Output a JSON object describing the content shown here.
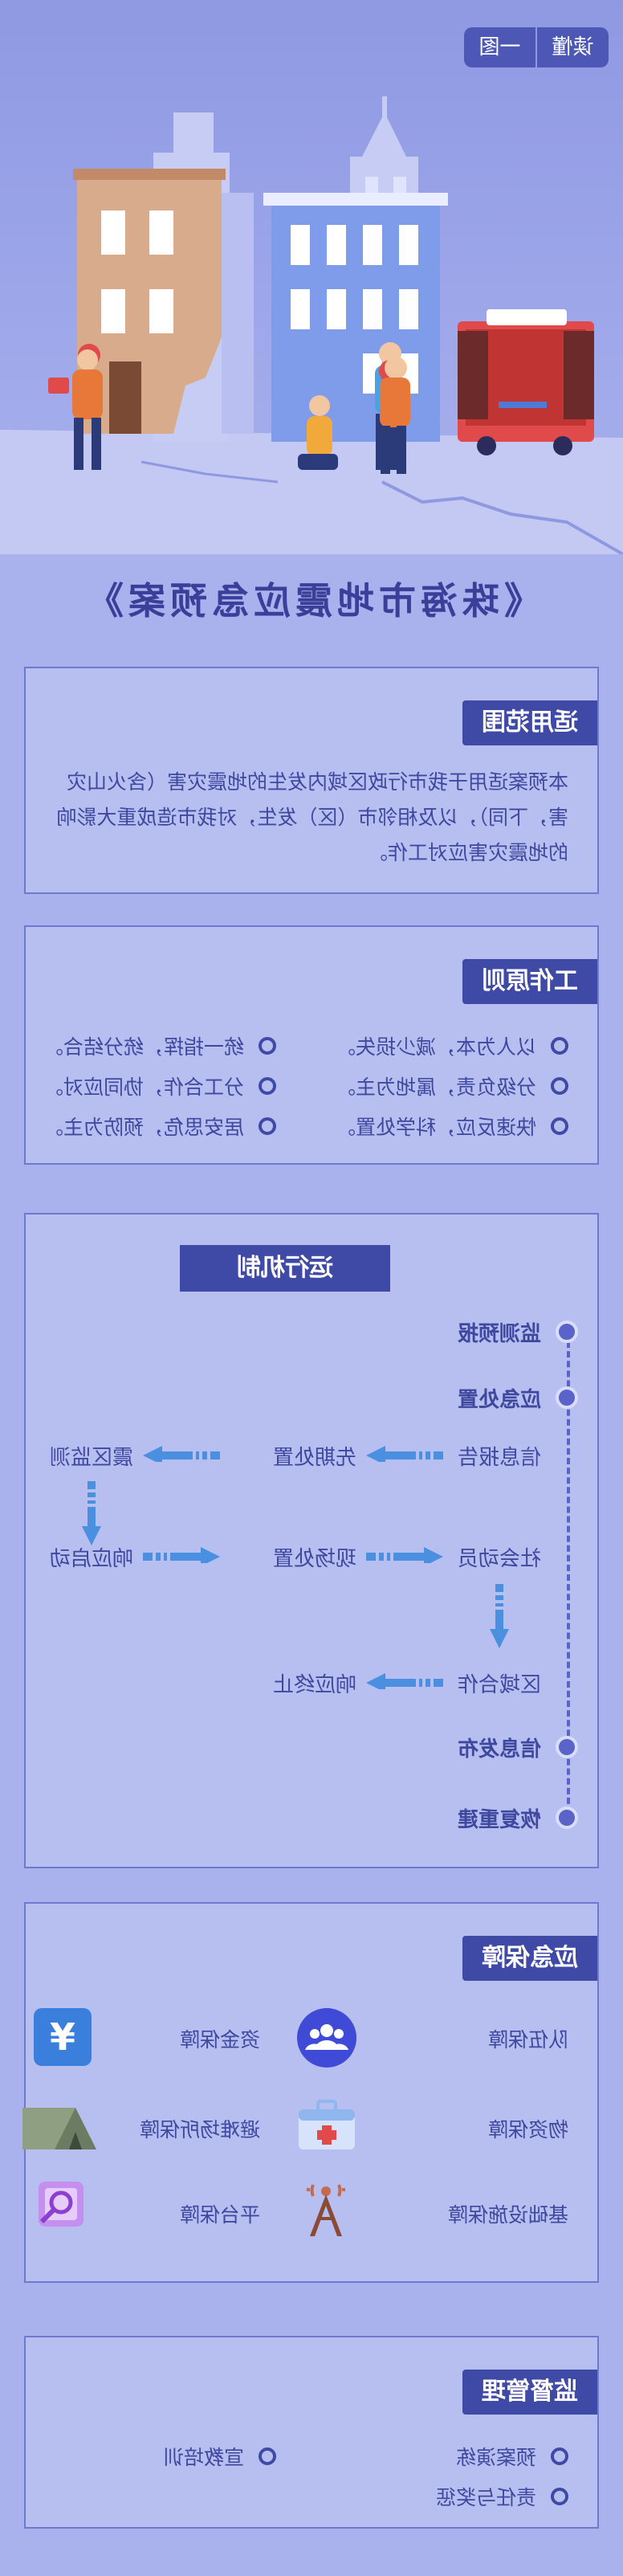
{
  "header": {
    "tag_left": "一图",
    "tag_right": "读懂"
  },
  "title": "《珠海市地震应急预案》",
  "scope": {
    "heading": "适用范围",
    "text": "本预案适用于我市行政区域内发生的地震灾害（含火山灾害，下同），以及相邻市（区）发生，对我市造成重大影响的地震灾害应对工作。"
  },
  "principles": {
    "heading": "工作原则",
    "items": [
      "以人为本，减少损失。",
      "统一指挥，统分结合。",
      "分级负责，属地为主。",
      "分工合作，协同应对。",
      "快速反应，科学处置。",
      "居安思危，预防为主。"
    ]
  },
  "mechanism": {
    "heading": "运行机制",
    "timeline": [
      "监测预报",
      "应急处置",
      "信息发布",
      "恢复重建"
    ],
    "flow": {
      "info_report": "信息报告",
      "initial_response": "先期处置",
      "quake_monitoring": "震区监测",
      "social_mobilization": "社会动员",
      "onsite_response": "现场处置",
      "response_start": "响应启动",
      "regional_coop": "区域合作",
      "response_end": "响应终止"
    }
  },
  "guarantee": {
    "heading": "应急保障",
    "items": [
      {
        "label": "队伍保障",
        "icon": "team-icon"
      },
      {
        "label": "资金保障",
        "icon": "yuan-icon"
      },
      {
        "label": "物资保障",
        "icon": "supplies-icon"
      },
      {
        "label": "避难场所保障",
        "icon": "tent-icon"
      },
      {
        "label": "基础设施保障",
        "icon": "tower-icon"
      },
      {
        "label": "平台保障",
        "icon": "platform-icon"
      }
    ],
    "yuan_symbol": "¥"
  },
  "supervision": {
    "heading": "监督管理",
    "items": [
      "预案演练",
      "宣教培训",
      "责任与奖惩"
    ]
  },
  "colors": {
    "accent": "#3f49a6",
    "card": "#b7bff1",
    "background": "#a9b2ec",
    "arrow": "#4a8fe0"
  }
}
